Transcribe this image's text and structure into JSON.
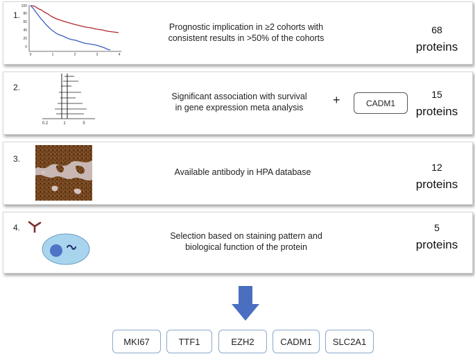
{
  "steps": [
    {
      "number": "1.",
      "line1": "Prognostic implication in  ≥2 cohorts with",
      "line2": "consistent results  in >50% of the cohorts",
      "count": "68",
      "unit": "proteins"
    },
    {
      "number": "2.",
      "line1": "Significant association with survival",
      "line2": "in gene expression meta analysis",
      "count": "15",
      "unit": "proteins"
    },
    {
      "number": "3.",
      "line1": "Available antibody in HPA database",
      "line2": "",
      "count": "12",
      "unit": "proteins"
    },
    {
      "number": "4.",
      "line1": "Selection based on staining pattern and",
      "line2": "biological function of the protein",
      "count": "5",
      "unit": "proteins"
    }
  ],
  "step2_extra": {
    "plus": "+",
    "gene": "CADM1"
  },
  "km_plot": {
    "y_ticks": [
      "100",
      "80",
      "60",
      "40",
      "20",
      "0"
    ],
    "x_ticks": [
      "0",
      "1",
      "2",
      "3",
      "4"
    ],
    "colors": {
      "red": "#b0272c",
      "blue": "#3a5dbb"
    }
  },
  "forest_plot": {
    "x_ticks": [
      "0.2",
      "1",
      "5"
    ]
  },
  "arrow_color": "#4a6fc0",
  "final_genes": [
    "MKI67",
    "TTF1",
    "EZH2",
    "CADM1",
    "SLC2A1"
  ]
}
